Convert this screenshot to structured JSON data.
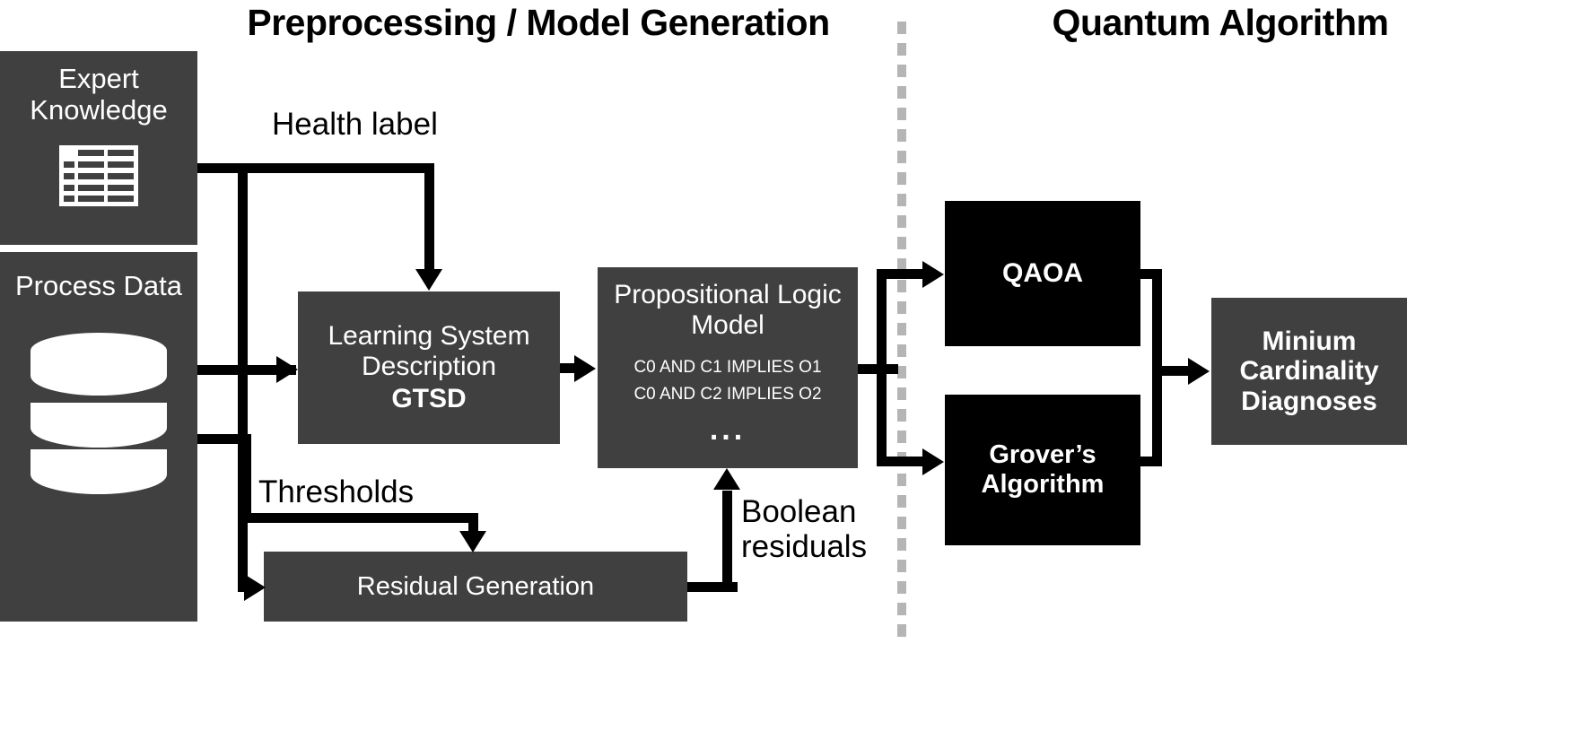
{
  "headers": {
    "left": "Preprocessing / Model Generation",
    "right": "Quantum Algorithm"
  },
  "boxes": {
    "expert_knowledge": {
      "line1": "Expert",
      "line2": "Knowledge",
      "icon": "table-icon"
    },
    "process_data": {
      "title": "Process Data",
      "icon": "database-cylinder-icon"
    },
    "learning_system_description": {
      "line1": "Learning System",
      "line2": "Description",
      "acronym": "GTSD"
    },
    "propositional_logic_model": {
      "line1": "Propositional Logic",
      "line2": "Model",
      "formulas": [
        "C0 AND C1 IMPLIES O1",
        "C0 AND C2 IMPLIES O2"
      ],
      "ellipsis": "..."
    },
    "residual_generation": {
      "title": "Residual Generation"
    },
    "qaoa": {
      "title": "QAOA"
    },
    "grover": {
      "line1": "Grover’s",
      "line2": "Algorithm"
    },
    "minimum_cardinality_diagnoses": {
      "line1": "Minium",
      "line2": "Cardinality",
      "line3": "Diagnoses"
    }
  },
  "edge_labels": {
    "health_label": "Health label",
    "thresholds": "Thresholds",
    "boolean_residuals_line1": "Boolean",
    "boolean_residuals_line2": "residuals"
  },
  "colors": {
    "box_gray": "#404040",
    "box_black": "#000000",
    "divider_gray": "#b5b5b5",
    "background": "#ffffff",
    "text_on_box": "#ffffff",
    "text_dark": "#000000"
  }
}
